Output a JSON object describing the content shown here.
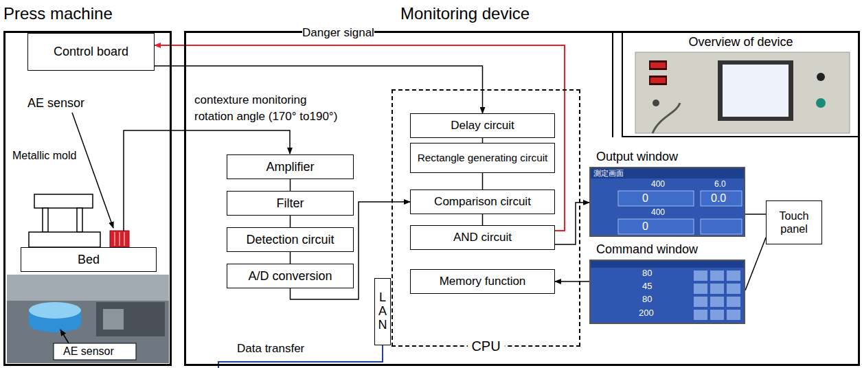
{
  "diagram": {
    "nodes": [
      {
        "text": [
          "Press machine"
        ]
      },
      {
        "text": [
          "Control board"
        ],
        "in": 0
      },
      {
        "text": [
          "Bed"
        ],
        "in": 0
      },
      {
        "text": [
          "Monitoring device"
        ]
      },
      {
        "text": [
          "Overview of device"
        ],
        "in": 3
      },
      {
        "text": [
          "Amplifier"
        ],
        "in": 3
      },
      {
        "text": [
          "Filter"
        ],
        "in": 3
      },
      {
        "text": [
          "Detection circuit"
        ],
        "in": 3
      },
      {
        "text": [
          "A/D conversion"
        ],
        "in": 3
      },
      {
        "text": [
          "CPU"
        ],
        "in": 3
      },
      {
        "text": [
          "Delay circuit"
        ],
        "in": 9
      },
      {
        "text": [
          "Rectangle generating circuit"
        ],
        "in": 9
      },
      {
        "text": [
          "Comparison circuit"
        ],
        "in": 9
      },
      {
        "text": [
          "AND circuit"
        ],
        "in": 9
      },
      {
        "text": [
          "Memory function"
        ],
        "in": 9
      },
      {
        "text": [
          "LAN"
        ],
        "in": 3
      },
      {
        "text": [
          "Output window"
        ],
        "in": 3
      },
      {
        "text": [
          "Command window"
        ],
        "in": 3
      },
      {
        "text": [
          "Touch panel"
        ],
        "in": 3
      }
    ],
    "edges": [
      {
        "from": 1,
        "to": 10,
        "arrow": "to"
      },
      {
        "from": 13,
        "to": 1,
        "label": "Danger signal",
        "arrow": "to"
      },
      {
        "from": 5,
        "to": 6,
        "arrow": "none"
      },
      {
        "from": 6,
        "to": 7,
        "arrow": "none"
      },
      {
        "from": 7,
        "to": 8,
        "arrow": "none"
      },
      {
        "from": 8,
        "to": 12,
        "arrow": "to"
      },
      {
        "from": 10,
        "to": 11,
        "arrow": "none"
      },
      {
        "from": 11,
        "to": 12,
        "arrow": "none"
      },
      {
        "from": 12,
        "to": 13,
        "arrow": "none"
      },
      {
        "from": 13,
        "to": 16,
        "arrow": "to"
      },
      {
        "from": 17,
        "to": 14,
        "arrow": "to"
      },
      {
        "from": 18,
        "to": 16,
        "arrow": "none"
      },
      {
        "from": 18,
        "to": 17,
        "arrow": "none"
      }
    ],
    "labels": [
      "AE sensor",
      "Metallic mold",
      "AE sensor",
      "contexture monitoring",
      "rotation angle (170° to190°)",
      "Data transfer",
      "測定画面",
      "400",
      "6.0",
      "0",
      "0.0",
      "400",
      "0",
      "80",
      "45",
      "80",
      "200"
    ]
  }
}
